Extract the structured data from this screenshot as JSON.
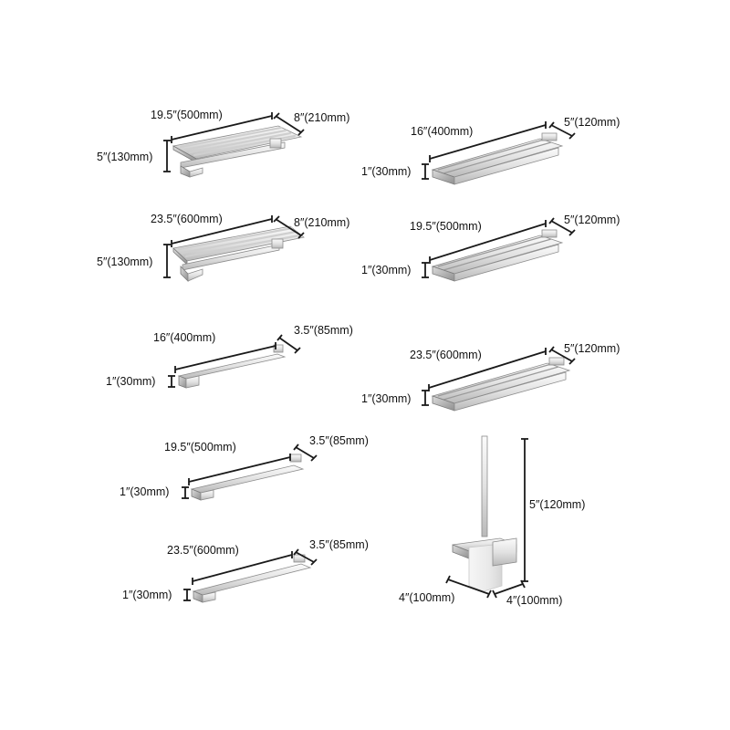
{
  "products": [
    {
      "id": "shelf-500",
      "type": "towel shelf",
      "length_label": "19.5″(500mm)",
      "depth_label": "8″(210mm)",
      "height_label": "5″(130mm)"
    },
    {
      "id": "shelf-600",
      "type": "towel shelf",
      "length_label": "23.5″(600mm)",
      "depth_label": "8″(210mm)",
      "height_label": "5″(130mm)"
    },
    {
      "id": "single-bar-400",
      "type": "single towel bar",
      "length_label": "16″(400mm)",
      "depth_label": "3.5″(85mm)",
      "height_label": "1″(30mm)"
    },
    {
      "id": "single-bar-500",
      "type": "single towel bar",
      "length_label": "19.5″(500mm)",
      "depth_label": "3.5″(85mm)",
      "height_label": "1″(30mm)"
    },
    {
      "id": "single-bar-600",
      "type": "single towel bar",
      "length_label": "23.5″(600mm)",
      "depth_label": "3.5″(85mm)",
      "height_label": "1″(30mm)"
    },
    {
      "id": "double-bar-400",
      "type": "double towel bar",
      "length_label": "16″(400mm)",
      "depth_label": "5″(120mm)",
      "height_label": "1″(30mm)"
    },
    {
      "id": "double-bar-500",
      "type": "double towel bar",
      "length_label": "19.5″(500mm)",
      "depth_label": "5″(120mm)",
      "height_label": "1″(30mm)"
    },
    {
      "id": "double-bar-600",
      "type": "double towel bar",
      "length_label": "23.5″(600mm)",
      "depth_label": "5″(120mm)",
      "height_label": "1″(30mm)"
    },
    {
      "id": "toilet-brush",
      "type": "toilet brush holder",
      "height_label": "5″(120mm)",
      "width_label": "4″(100mm)",
      "depth_label": "4″(100mm)"
    }
  ],
  "colors": {
    "chrome_light": "#f4f4f4",
    "chrome_mid": "#cfcfcf",
    "chrome_dark": "#8f8f8f",
    "dimension_line": "#1a1a1a",
    "background": "#ffffff"
  }
}
